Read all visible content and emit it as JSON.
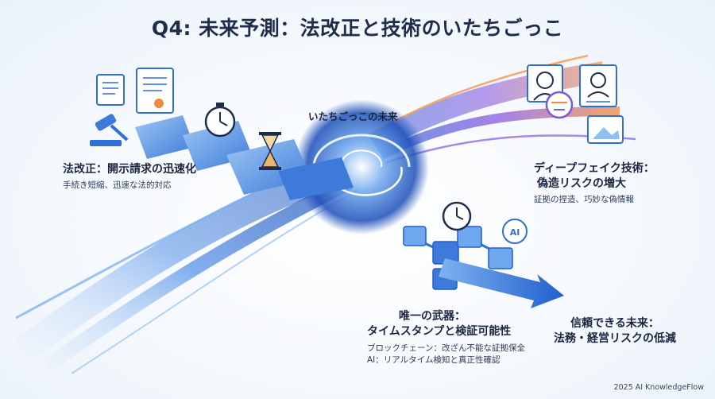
{
  "title": "Q4: 未来予測：法改正と技術のいたちごっこ",
  "center_label": "いたちごっこの未来",
  "law_reform": {
    "heading": "法改正：開示請求の迅速化",
    "sub": "手続き短縮、迅速な法的対応"
  },
  "deepfake": {
    "heading_line1": "ディープフェイク技術：",
    "heading_line2": "偽造リスクの増大",
    "sub": "証拠の捏造、巧妙な偽情報"
  },
  "weapon": {
    "heading_line1": "唯一の武器：",
    "heading_line2": "タイムスタンプと検証可能性",
    "sub_line1": "ブロックチェーン：改ざん不能な証拠保全",
    "sub_line2": "AI：リアルタイム検知と真正性確認"
  },
  "future": {
    "heading_line1": "信頼できる未来：",
    "heading_line2": "法務・経営リスクの低減"
  },
  "ai_chip_label": "AI",
  "footer": "2025 AI KnowledgeFlow",
  "colors": {
    "primary_blue": "#2f6fd6",
    "light_blue": "#8fbff0",
    "dark_text": "#1f2d4d",
    "accent_orange": "#f08a3c",
    "accent_purple": "#7a5bd6"
  }
}
